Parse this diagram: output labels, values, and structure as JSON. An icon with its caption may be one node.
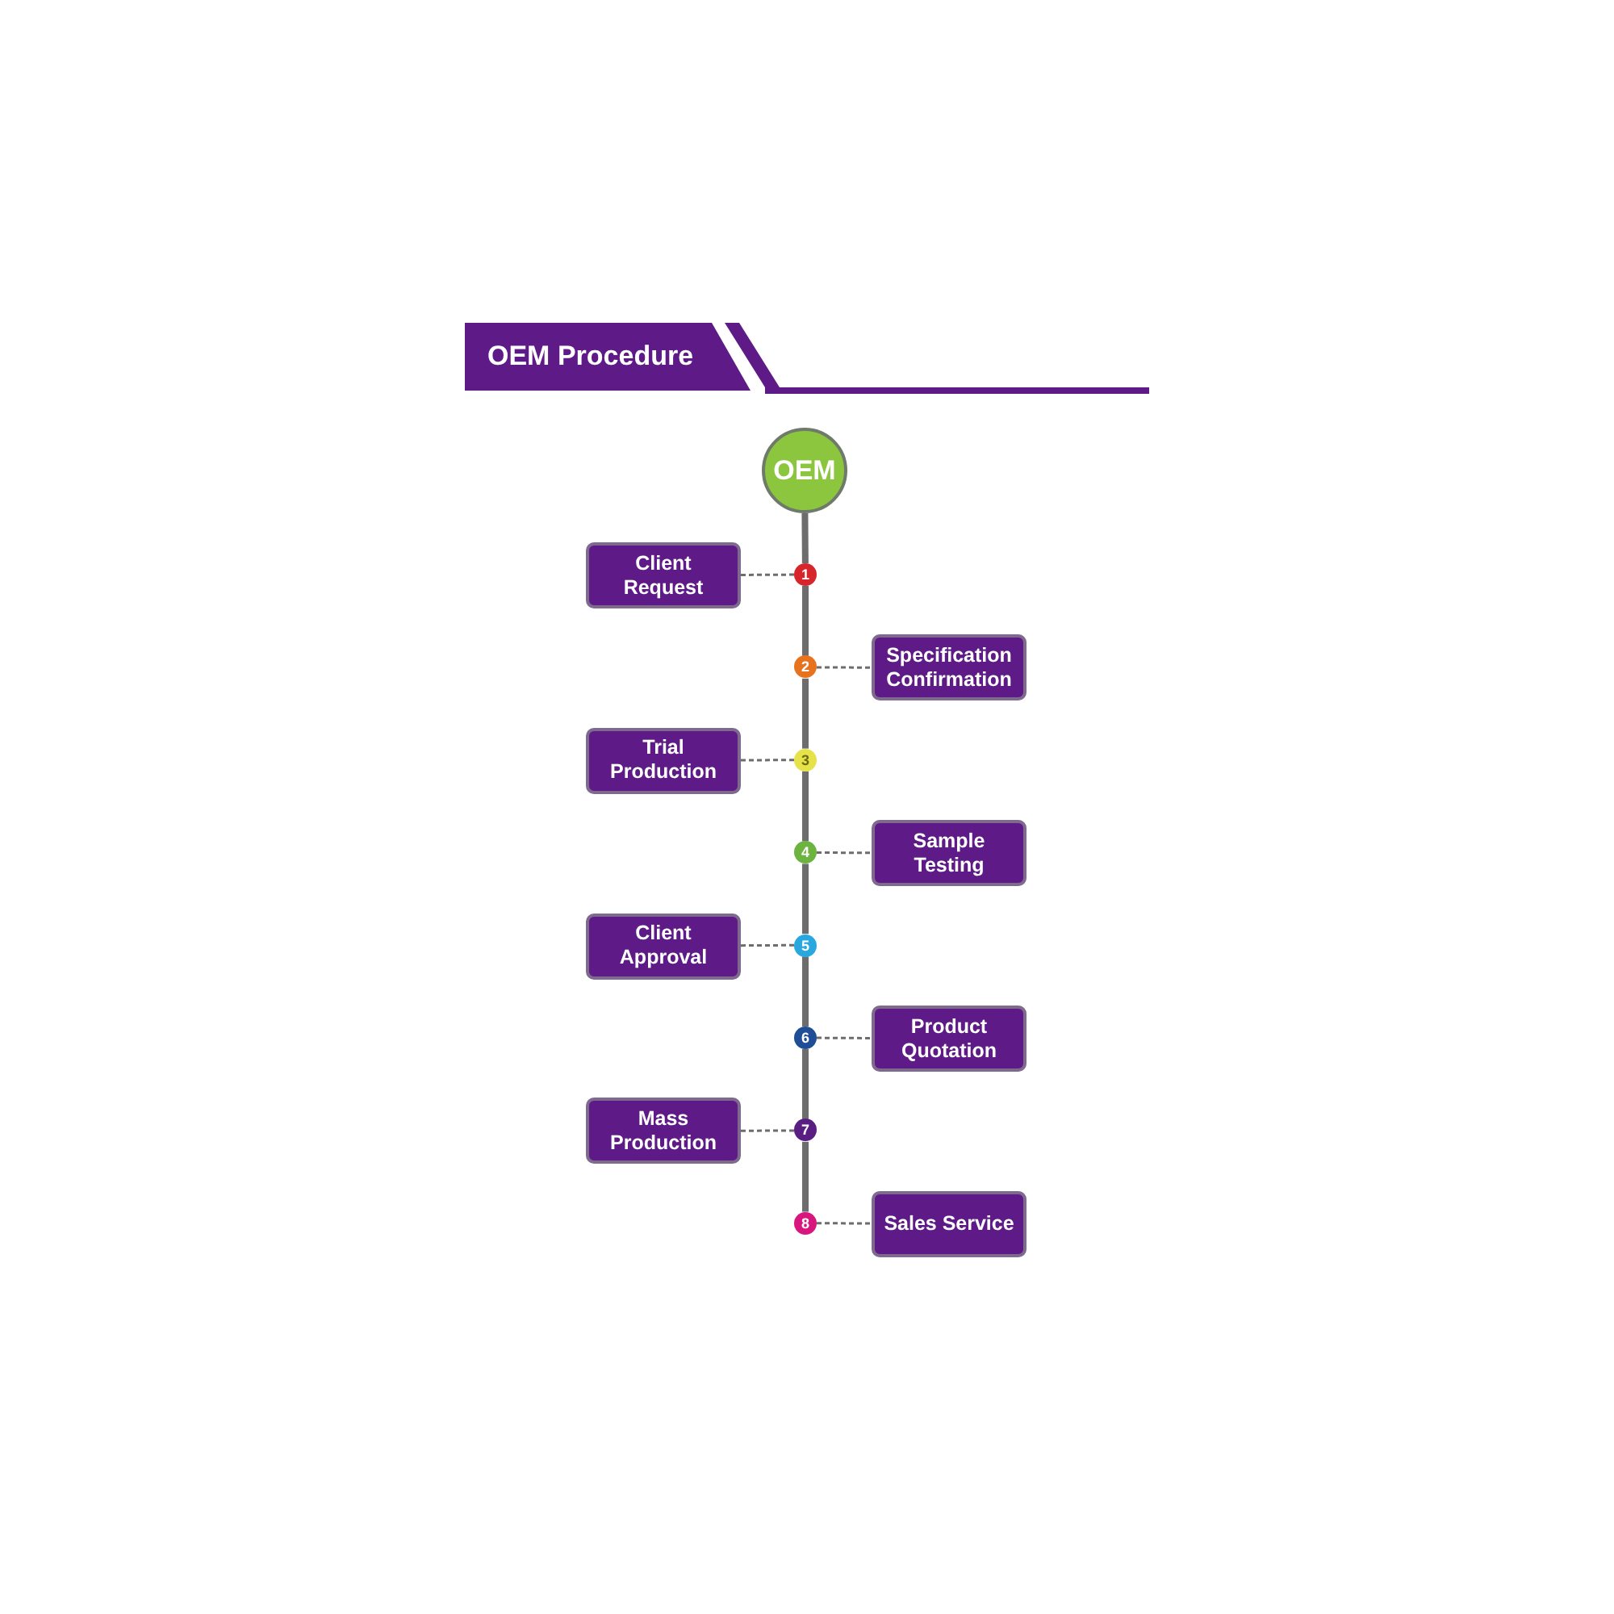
{
  "diagram": {
    "title": "OEM Procedure",
    "nodes": [
      {
        "text": [
          "OEM"
        ]
      },
      {
        "text": [
          "1"
        ]
      },
      {
        "text": [
          "Client Request"
        ]
      },
      {
        "text": [
          "2"
        ]
      },
      {
        "text": [
          "Specification Confirmation"
        ]
      },
      {
        "text": [
          "3"
        ]
      },
      {
        "text": [
          "Trial Production"
        ]
      },
      {
        "text": [
          "4"
        ]
      },
      {
        "text": [
          "Sample Testing"
        ]
      },
      {
        "text": [
          "5"
        ]
      },
      {
        "text": [
          "Client Approval"
        ]
      },
      {
        "text": [
          "6"
        ]
      },
      {
        "text": [
          "Product Quotation"
        ]
      },
      {
        "text": [
          "7"
        ]
      },
      {
        "text": [
          "Mass Production"
        ]
      },
      {
        "text": [
          "8"
        ]
      },
      {
        "text": [
          "Sales Service"
        ]
      }
    ],
    "edges": [
      {
        "from": 0,
        "to": 1,
        "arrow": "none",
        "style": "thick"
      },
      {
        "from": 1,
        "to": 3,
        "arrow": "none",
        "style": "thick"
      },
      {
        "from": 3,
        "to": 5,
        "arrow": "none",
        "style": "thick"
      },
      {
        "from": 5,
        "to": 7,
        "arrow": "none",
        "style": "thick"
      },
      {
        "from": 7,
        "to": 9,
        "arrow": "none",
        "style": "thick"
      },
      {
        "from": 9,
        "to": 11,
        "arrow": "none",
        "style": "thick"
      },
      {
        "from": 11,
        "to": 13,
        "arrow": "none",
        "style": "thick"
      },
      {
        "from": 13,
        "to": 15,
        "arrow": "none",
        "style": "thick"
      },
      {
        "from": 2,
        "to": 1,
        "arrow": "none",
        "style": "dashed"
      },
      {
        "from": 3,
        "to": 4,
        "arrow": "none",
        "style": "dashed"
      },
      {
        "from": 6,
        "to": 5,
        "arrow": "none",
        "style": "dashed"
      },
      {
        "from": 7,
        "to": 8,
        "arrow": "none",
        "style": "dashed"
      },
      {
        "from": 10,
        "to": 9,
        "arrow": "none",
        "style": "dashed"
      },
      {
        "from": 11,
        "to": 12,
        "arrow": "none",
        "style": "dashed"
      },
      {
        "from": 14,
        "to": 13,
        "arrow": "none",
        "style": "dashed"
      },
      {
        "from": 15,
        "to": 16,
        "arrow": "none",
        "style": "dashed"
      }
    ]
  }
}
